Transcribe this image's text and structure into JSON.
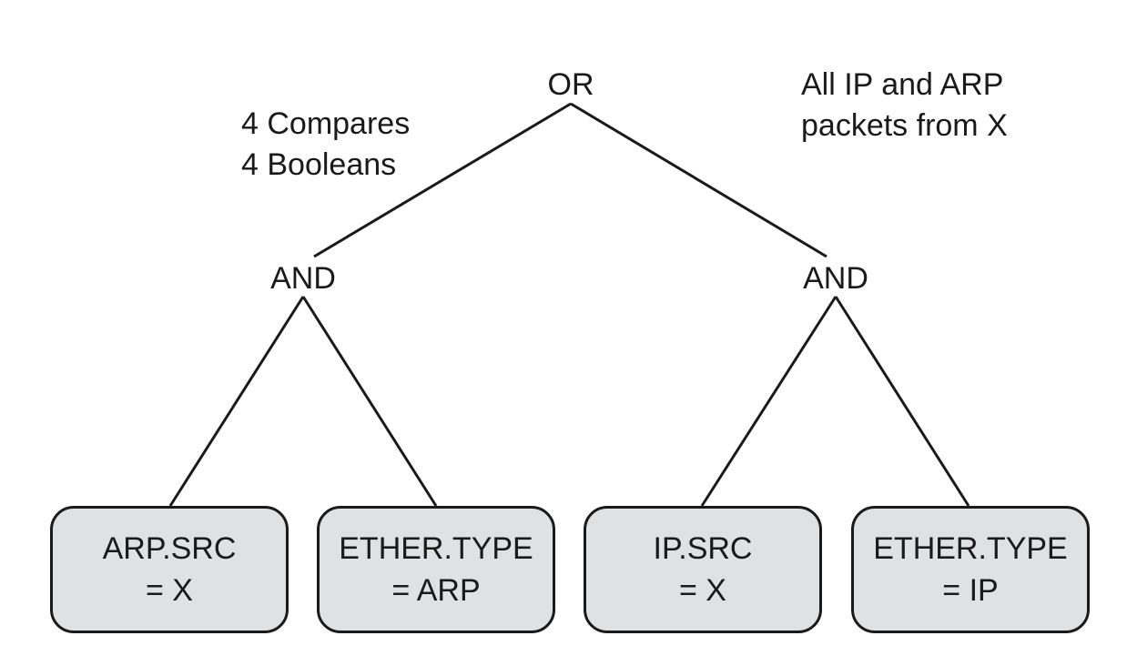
{
  "root": {
    "label": "OR"
  },
  "branches": [
    {
      "label": "AND"
    },
    {
      "label": "AND"
    }
  ],
  "leaves": [
    {
      "line1": "ARP.SRC",
      "line2": "= X"
    },
    {
      "line1": "ETHER.TYPE",
      "line2": "= ARP"
    },
    {
      "line1": "IP.SRC",
      "line2": "= X"
    },
    {
      "line1": "ETHER.TYPE",
      "line2": "= IP"
    }
  ],
  "notes": {
    "cost": [
      "4 Compares",
      "4 Booleans"
    ],
    "description": [
      "All IP and ARP",
      "packets from X"
    ]
  },
  "colors": {
    "leaf_fill": "#e0e1e3",
    "stroke": "#1a1a1a"
  }
}
